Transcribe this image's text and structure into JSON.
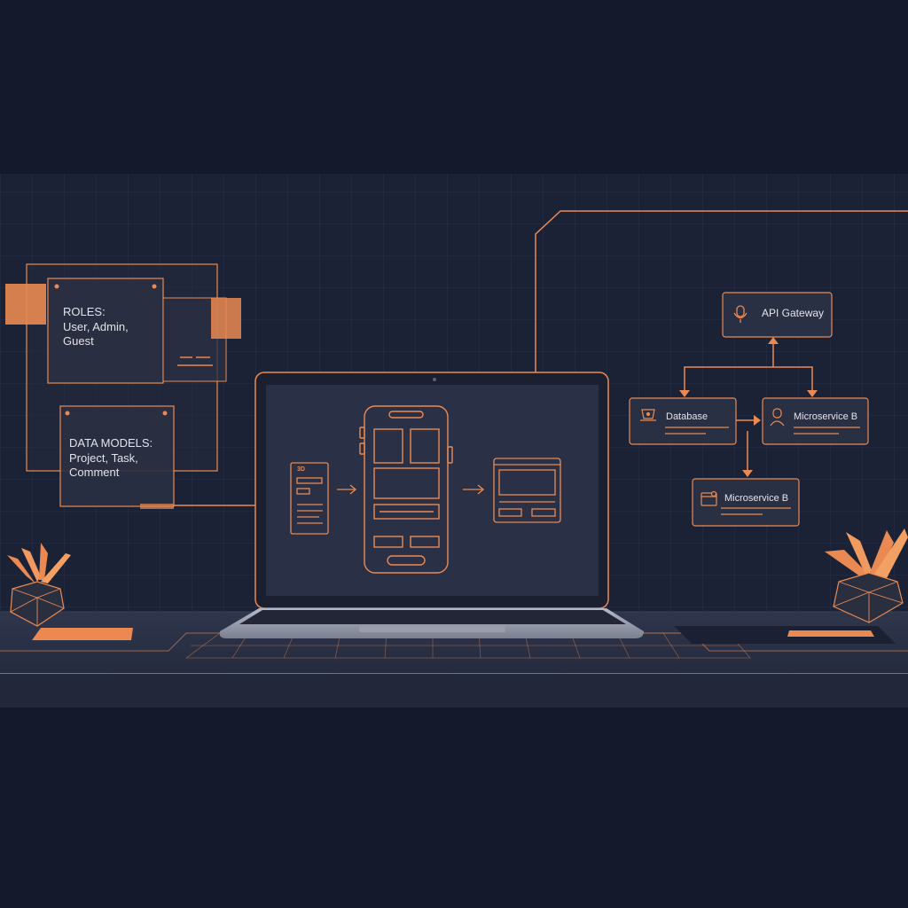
{
  "colors": {
    "background": "#141a2b",
    "accent": "#ea8a52",
    "panel": "#272d40",
    "text": "#e3e3ea"
  },
  "sticky_roles": {
    "title": "ROLES:",
    "items": "User, Admin,\nGuest"
  },
  "sticky_models": {
    "title": "DATA MODELS:",
    "items": "Project, Task,\nComment"
  },
  "architecture": {
    "gateway": {
      "label": "API Gateway",
      "icon": "microphone-icon"
    },
    "database": {
      "label": "Database",
      "icon": "database-icon"
    },
    "microservice_right": {
      "label": "Microservice B",
      "icon": "user-icon"
    },
    "microservice_bottom": {
      "label": "Microservice B",
      "icon": "window-icon"
    }
  },
  "wireframe": {
    "small_screen_label": "3D"
  },
  "icons": [
    "microphone-icon",
    "database-icon",
    "user-icon",
    "window-icon",
    "arrow-right-icon",
    "plant-icon",
    "phone-wireframe-icon"
  ]
}
